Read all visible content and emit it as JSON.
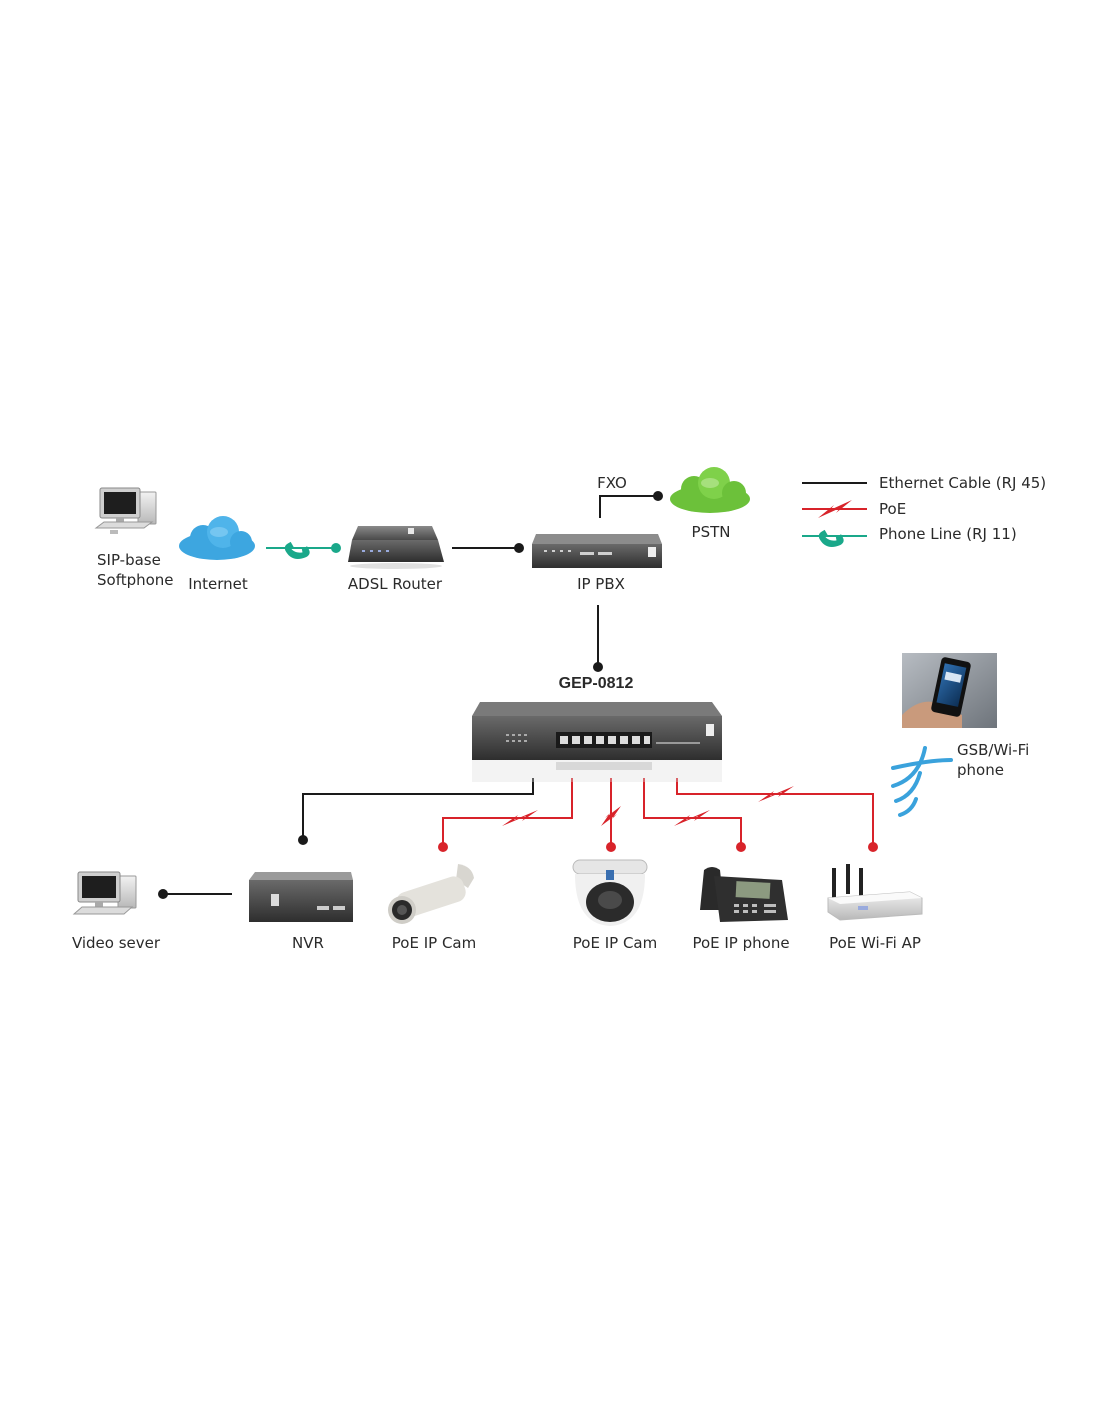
{
  "colors": {
    "ethernet": "#1a1a1a",
    "poe": "#d8232a",
    "phone_line": "#1aa88a",
    "cloud_blue": "#3da6e0",
    "cloud_green": "#6cc13a"
  },
  "legend": {
    "ethernet": "Ethernet Cable (RJ 45)",
    "poe": "PoE",
    "phone_line": "Phone Line (RJ 11)"
  },
  "nodes": {
    "softphone_line1": "SIP-base",
    "softphone_line2": "Softphone",
    "internet": "Internet",
    "adsl_router": "ADSL Router",
    "fxo": "FXO",
    "pstn": "PSTN",
    "ip_pbx": "IP PBX",
    "switch": "GEP-0812",
    "mobile_line1": "GSB/Wi-Fi",
    "mobile_line2": "phone",
    "video_server": "Video sever",
    "nvr": "NVR",
    "poe_cam_bullet": "PoE IP Cam",
    "poe_cam_dome": "PoE IP Cam",
    "poe_phone": "PoE IP phone",
    "poe_ap": "PoE Wi-Fi AP"
  },
  "icons": {
    "computer": "desktop-computer-icon",
    "cloud": "cloud-icon",
    "handset": "phone-handset-icon",
    "router": "adsl-router-icon",
    "pbx": "ip-pbx-icon",
    "switch": "poe-switch-icon",
    "smartphone": "smartphone-icon",
    "wifi": "wifi-waves-icon",
    "nvr": "nvr-icon",
    "bullet_cam": "bullet-camera-icon",
    "dome_cam": "dome-camera-icon",
    "ip_phone": "ip-phone-icon",
    "access_point": "access-point-icon",
    "poe_bolt": "lightning-bolt-icon"
  }
}
